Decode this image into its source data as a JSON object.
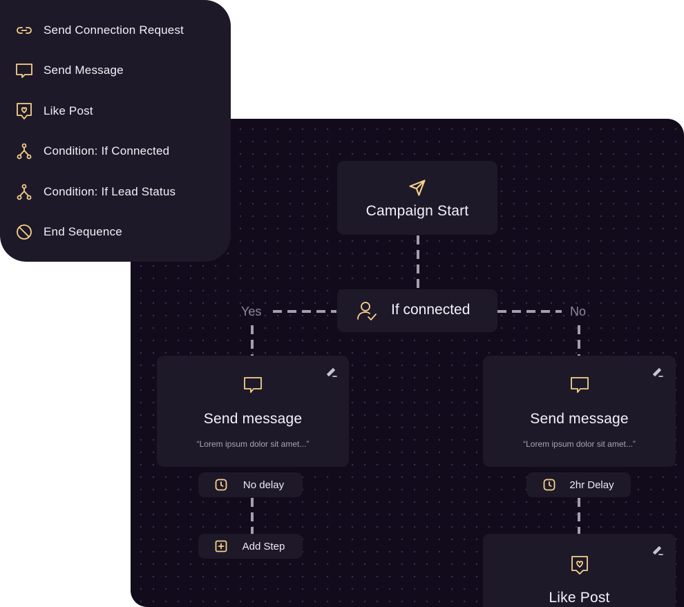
{
  "palette": {
    "items": [
      {
        "label": "Send Connection Request",
        "icon": "link-icon"
      },
      {
        "label": "Send Message",
        "icon": "message-icon"
      },
      {
        "label": "Like Post",
        "icon": "heart-badge-icon"
      },
      {
        "label": "Condition: If Connected",
        "icon": "branch-icon"
      },
      {
        "label": "Condition: If Lead Status",
        "icon": "branch-icon"
      },
      {
        "label": "End Sequence",
        "icon": "ban-icon"
      }
    ]
  },
  "flow": {
    "start": {
      "title": "Campaign Start",
      "icon": "send-icon"
    },
    "condition": {
      "title": "If connected",
      "icon": "user-check-icon",
      "yes_label": "Yes",
      "no_label": "No"
    },
    "left_node": {
      "title": "Send message",
      "snippet": "“Lorem ipsum dolor sit amet...”",
      "delay": "No delay",
      "add_step": "Add Step"
    },
    "right_node": {
      "title": "Send message",
      "snippet": "“Lorem ipsum dolor sit amet...”",
      "delay": "2hr Delay"
    },
    "like_node": {
      "title": "Like Post"
    }
  },
  "colors": {
    "accent": "#f7d38a",
    "canvas": "#110b1c",
    "card": "#1e1929",
    "connector": "#a49fae"
  }
}
